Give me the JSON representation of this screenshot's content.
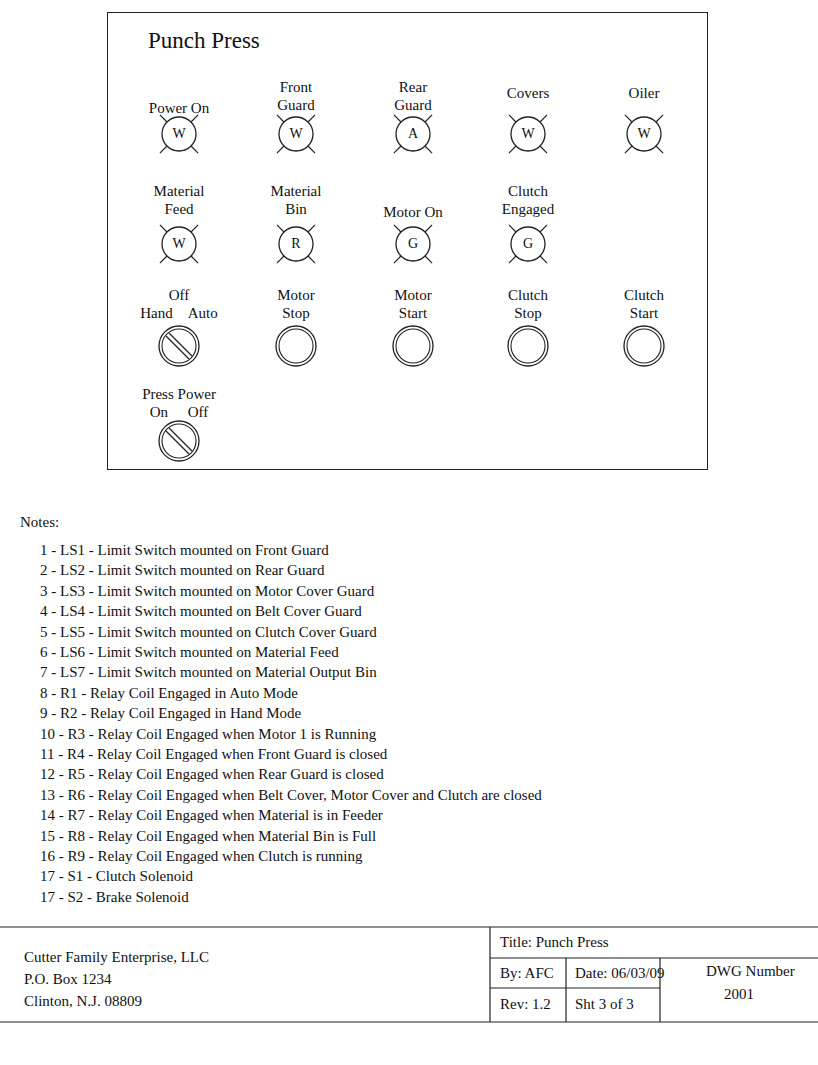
{
  "diagram": {
    "nodes": [
      {
        "text": [
          "Punch Press"
        ]
      },
      {
        "text": [
          "Power On",
          "W"
        ],
        "in": 0
      },
      {
        "text": [
          "Front Guard",
          "W"
        ],
        "in": 0
      },
      {
        "text": [
          "Rear Guard",
          "A"
        ],
        "in": 0
      },
      {
        "text": [
          "Covers",
          "W"
        ],
        "in": 0
      },
      {
        "text": [
          "Oiler",
          "W"
        ],
        "in": 0
      },
      {
        "text": [
          "Material Feed",
          "W"
        ],
        "in": 0
      },
      {
        "text": [
          "Material Bin",
          "R"
        ],
        "in": 0
      },
      {
        "text": [
          "Motor On",
          "G"
        ],
        "in": 0
      },
      {
        "text": [
          "Clutch Engaged",
          "G"
        ],
        "in": 0
      },
      {
        "text": [
          "Off",
          "Hand Auto"
        ],
        "in": 0
      },
      {
        "text": [
          "Motor Stop"
        ],
        "in": 0
      },
      {
        "text": [
          "Motor Start"
        ],
        "in": 0
      },
      {
        "text": [
          "Clutch Stop"
        ],
        "in": 0
      },
      {
        "text": [
          "Clutch Start"
        ],
        "in": 0
      },
      {
        "text": [
          "Press Power",
          "On Off"
        ],
        "in": 0
      }
    ],
    "labels": [
      "Notes:",
      "1 - LS1 - Limit Switch mounted on Front Guard",
      "2 - LS2 - Limit Switch mounted on Rear Guard",
      "3 - LS3 - Limit Switch mounted on Motor Cover Guard",
      "4 - LS4 - Limit Switch mounted on Belt Cover Guard",
      "5 - LS5 - Limit Switch mounted on Clutch Cover Guard",
      "6 - LS6 - Limit Switch mounted on Material Feed",
      "7 - LS7 - Limit Switch mounted on Material Output Bin",
      "8 - R1 - Relay Coil Engaged in Auto Mode",
      "9 - R2 - Relay Coil Engaged in Hand Mode",
      "10 - R3 - Relay Coil Engaged when Motor 1 is Running",
      "11 - R4 - Relay Coil Engaged when Front Guard is closed",
      "12 - R5 - Relay Coil Engaged when Rear Guard is closed",
      "13 - R6 - Relay Coil Engaged when Belt Cover, Motor Cover and Clutch are closed",
      "14 - R7 - Relay Coil Engaged when Material is in Feeder",
      "15 - R8 - Relay Coil Engaged when Material Bin is Full",
      "16 - R9 - Relay Coil Engaged when Clutch is running",
      "17 - S1 - Clutch Solenoid",
      "17 - S2 - Brake Solenoid",
      "Cutter Family Enterprise, LLC",
      "P.O. Box 1234",
      "Clinton, N.J. 08809",
      "Title: Punch Press",
      "By: AFC",
      "Date: 06/03/09",
      "DWG Number",
      "Rev: 1.2",
      "Sht 3 of 3",
      "2001"
    ]
  }
}
